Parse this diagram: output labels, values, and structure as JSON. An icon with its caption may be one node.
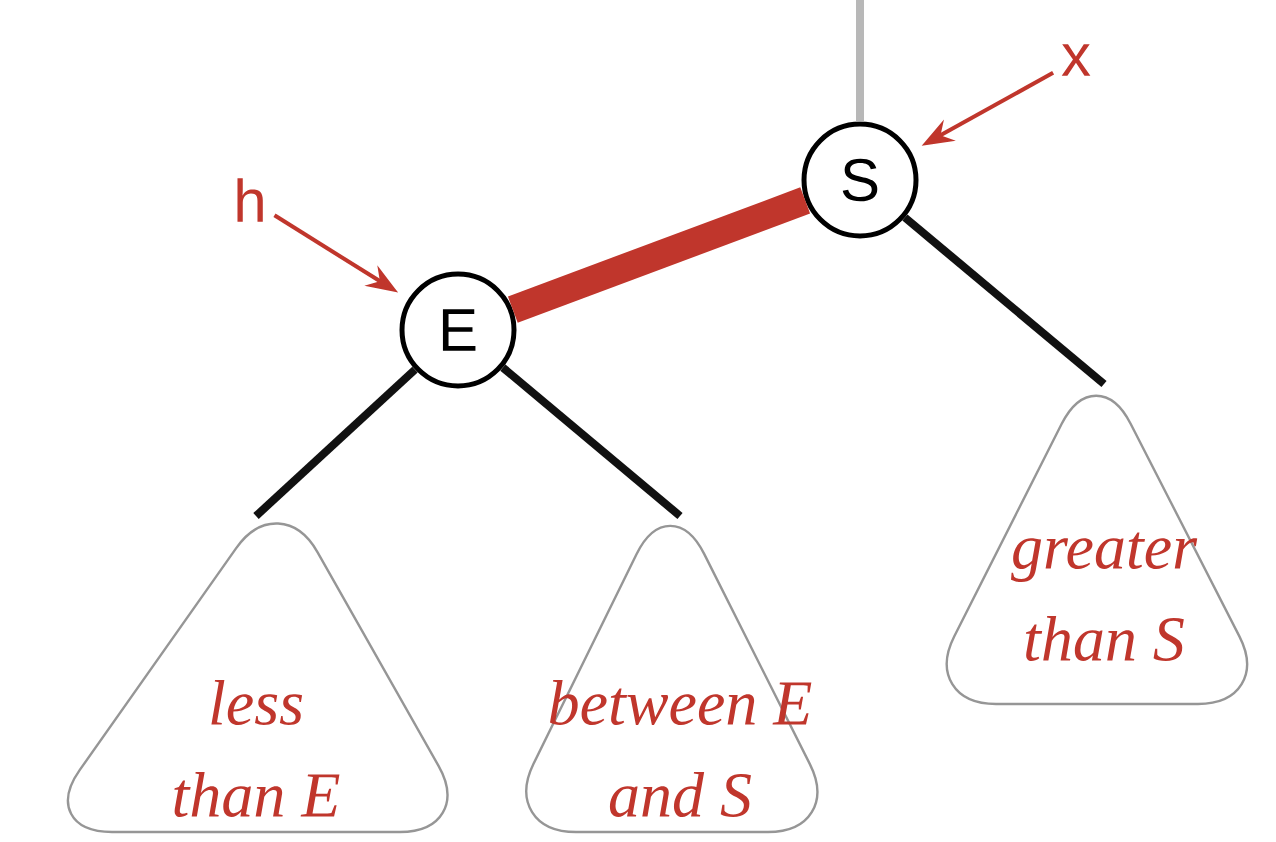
{
  "diagram": {
    "nodes": [
      {
        "text": [
          "h"
        ]
      },
      {
        "text": [
          "x"
        ]
      },
      {
        "text": [
          "S"
        ]
      },
      {
        "text": [
          "E"
        ]
      },
      {
        "text": [
          "less than E"
        ]
      },
      {
        "text": [
          "between E and S"
        ]
      },
      {
        "text": [
          "greater than S"
        ]
      }
    ],
    "edges": [
      {
        "from": 0,
        "to": 3,
        "arrow": "to",
        "color": "#c0362c"
      },
      {
        "from": 1,
        "to": 2,
        "arrow": "to",
        "color": "#c0362c"
      },
      {
        "from": null,
        "to": 2,
        "arrow": "none",
        "color": "#b8b8b8"
      },
      {
        "from": 2,
        "to": 3,
        "arrow": "none",
        "style": "thick",
        "color": "#c0362c"
      },
      {
        "from": 3,
        "to": 4,
        "arrow": "none",
        "color": "#111111"
      },
      {
        "from": 3,
        "to": 5,
        "arrow": "none",
        "color": "#111111"
      },
      {
        "from": 2,
        "to": 6,
        "arrow": "none",
        "color": "#111111"
      }
    ]
  }
}
